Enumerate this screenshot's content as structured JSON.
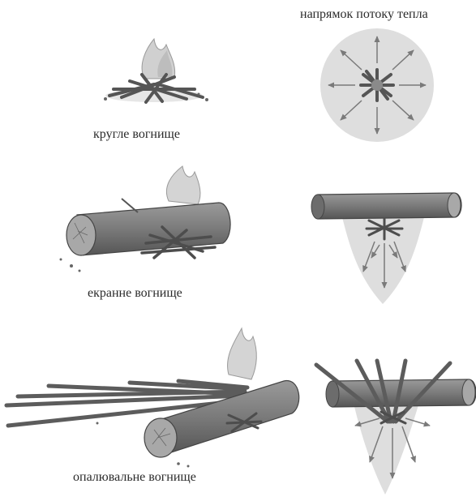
{
  "labels": {
    "heat_flow": "напрямок потоку тепла",
    "round_fire": "кругле вогнище",
    "screen_fire": "екранне вогнище",
    "reflect_fire": "опалювальне вогнище"
  },
  "colors": {
    "log": "#7d7d7d",
    "log_dark": "#575757",
    "log_end": "#a8a8a8",
    "heat": "#dcdcdc",
    "flame": "#c2c2c2",
    "ember": "#4a4a4a",
    "text": "#2b2b2b"
  },
  "icons": [
    "flame-icon",
    "heat-arrow-icon",
    "log-icon",
    "kindling-icon"
  ]
}
